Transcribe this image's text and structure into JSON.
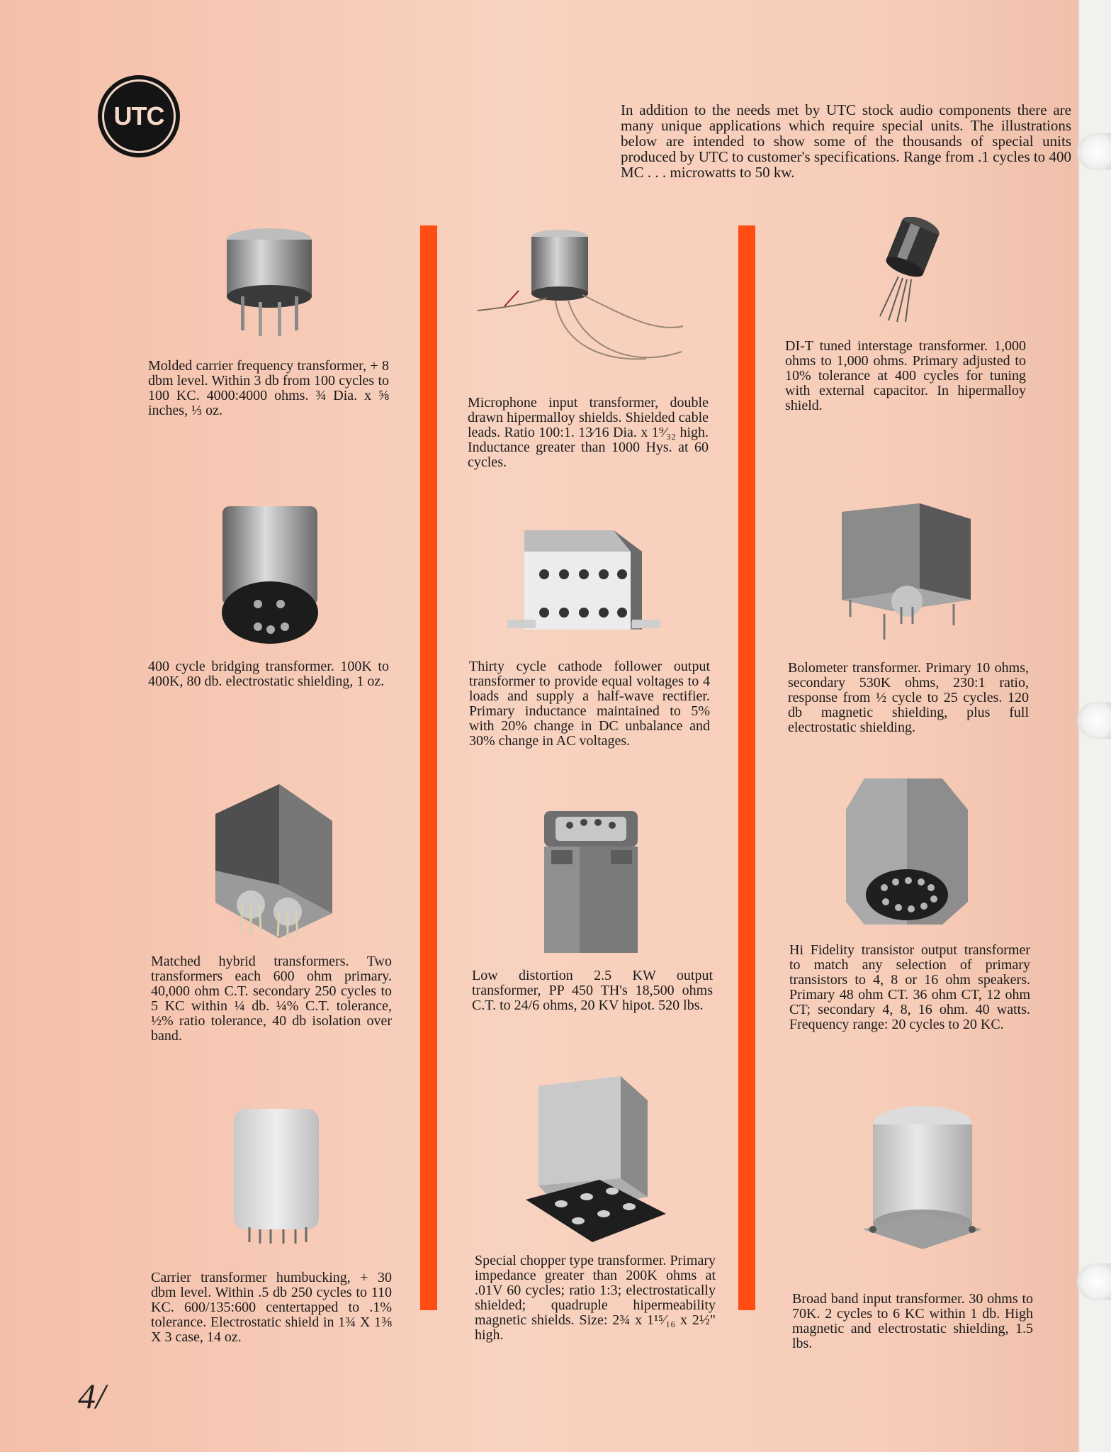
{
  "logo": {
    "text": "UTC"
  },
  "intro": "In addition to the needs met by UTC stock audio components there are many unique applications which require special units. The illustrations below are intended to show some of the thousands of special units produced by UTC to customer's specifications. Range from .1 cycles to 400 MC . . . microwatts to 50 kw.",
  "columns": {
    "left": [
      {
        "desc": "Molded carrier frequency transformer, + 8 dbm level. Within 3 db from 100 cycles to 100 KC. 4000:4000 ohms. ¾ Dia. x ⅝ inches, ⅓ oz."
      },
      {
        "desc": "400 cycle bridging transformer. 100K to 400K, 80 db. electrostatic shielding, 1 oz."
      },
      {
        "desc": "Matched hybrid transformers. Two transformers each 600 ohm primary. 40,000 ohm C.T. secondary 250 cycles to 5 KC within ¼ db. ¼% C.T. tolerance, ½% ratio tolerance, 40 db isolation over band."
      },
      {
        "desc": "Carrier transformer humbucking, + 30 dbm level. Within .5 db 250 cycles to 110 KC. 600/135:600 centertapped to .1% tolerance. Electrostatic shield in 1¾ X 1⅜ X 3 case, 14 oz."
      }
    ],
    "middle": [
      {
        "desc": "Microphone input transformer, double drawn hipermalloy shields. Shielded cable leads. Ratio 100:1. 13⁄16 Dia. x 1⁹⁄₃₂ high. Inductance greater than 1000 Hys. at 60 cycles."
      },
      {
        "desc": "Thirty cycle cathode follower output transformer to provide equal voltages to 4 loads and supply a half-wave rectifier. Primary inductance maintained to 5% with 20% change in DC unbalance and 30% change in AC voltages."
      },
      {
        "desc": "Low distortion 2.5 KW output transformer, PP 450 TH's 18,500 ohms C.T. to 24/6 ohms, 20 KV hipot. 520 lbs."
      },
      {
        "desc": "Special chopper type transformer. Primary impedance greater than 200K ohms at .01V 60 cycles; ratio 1:3; electrostatically shielded; quadruple hipermeability magnetic shields. Size: 2¾ x 1¹⁵⁄₁₆ x 2½\" high."
      }
    ],
    "right": [
      {
        "desc": "DI-T tuned interstage transformer. 1,000 ohms to 1,000 ohms. Primary adjusted to 10% tolerance at 400 cycles for tuning with external capacitor. In hipermalloy shield."
      },
      {
        "desc": "Bolometer transformer. Primary 10 ohms, secondary 530K ohms, 230:1 ratio, response from ½ cycle to 25 cycles. 120 db magnetic shielding, plus full electrostatic shielding."
      },
      {
        "desc": "Hi Fidelity transistor output transformer to match any selection of primary transistors to 4, 8 or 16 ohm speakers. Primary 48 ohm CT. 36 ohm CT, 12 ohm CT; secondary 4, 8, 16 ohm. 40 watts. Frequency range: 20 cycles to 20 KC."
      },
      {
        "desc": "Broad band input transformer. 30 ohms to 70K. 2 cycles to 6 KC within 1 db. High magnetic and electrostatic shielding, 1.5 lbs."
      }
    ]
  },
  "page_number": "4/",
  "colors": {
    "accent": "#ff4d14",
    "background": "#f6cbb6",
    "text": "#1b1b1b"
  }
}
